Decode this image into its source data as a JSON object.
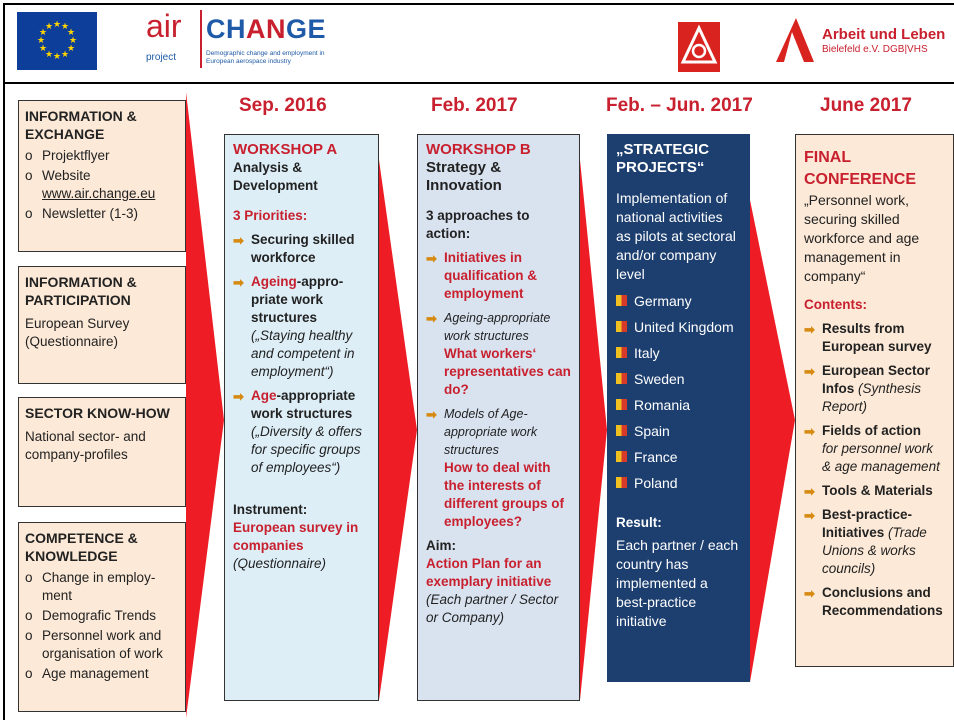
{
  "header": {
    "air": "air",
    "change_ch": "CH",
    "change_an": "AN",
    "change_ge": "GE",
    "project": "project",
    "air_subtitle": "Demographic change and employment in European aerospace industry",
    "aul_title": "Arbeit und Leben",
    "aul_subtitle": "Bielefeld e.V. DGB|VHS"
  },
  "timeline": [
    "Sep. 2016",
    "Feb. 2017",
    "Feb. – Jun. 2017",
    "June 2017"
  ],
  "left": {
    "box1": {
      "title": "INFORMATION & EXCHANGE",
      "items": [
        "Projektflyer",
        "Website",
        "www.air.change.eu",
        "Newsletter (1-3)"
      ]
    },
    "box2": {
      "title": "INFORMATION & PARTICIPATION",
      "text": "European Survey (Questionnaire)"
    },
    "box3": {
      "title": "SECTOR KNOW-HOW",
      "text": "National sector- and company-profiles"
    },
    "box4": {
      "title": "COMPETENCE & KNOWLEDGE",
      "items": [
        "Change in employ-ment",
        "Demografic Trends",
        "Personnel work and organisation of work",
        "Age management"
      ]
    }
  },
  "workshop_a": {
    "title": "WORKSHOP  A",
    "subtitle": "Analysis & Development",
    "priorities": "3 Priorities:",
    "p1": "Securing skilled workforce",
    "p2_red": "Ageing",
    "p2_rest": "-appro-priate work structures",
    "p2_italic": "(„Staying healthy and competent  in employment“)",
    "p3_red": "Age",
    "p3_rest": "-appropriate work structures",
    "p3_italic": "(„Diversity & offers for specific groups of employees“)",
    "instrument_label": "Instrument:",
    "instrument": "European survey in companies",
    "instrument_note": "(Questionnaire)"
  },
  "workshop_b": {
    "title": "WORKSHOP  B",
    "subtitle": "Strategy & Innovation",
    "approaches": "3 approaches to action:",
    "a1": "Initiatives  in qualification  & employment",
    "a2_italic": "Ageing-appropriate work structures",
    "a2_red": "What workers‘ representatives can do?",
    "a3_italic": "Models of Age-appropriate work structures",
    "a3_red": "How to deal with the interests of different groups of employees?",
    "aim_label": "Aim:",
    "aim": "Action Plan for an exemplary initiative",
    "aim_note": "(Each partner / Sector or Company)"
  },
  "strategic": {
    "title": "„STRATEGIC PROJECTS“",
    "text": "Implementation of national activities as pilots at sectoral and/or company level",
    "countries": [
      "Germany",
      "United Kingdom",
      "Italy",
      "Sweden",
      "Romania",
      "Spain",
      "France",
      "Poland"
    ],
    "result_label": "Result:",
    "result": "Each partner / each country has implemented a best-practice initiative"
  },
  "final": {
    "title": "FINAL CONFERENCE",
    "quote": "„Personnel work, securing skilled workforce and age management in company“",
    "contents_label": "Contents:",
    "c1": "Results from European survey",
    "c2_bold": "European Sector Infos",
    "c2_italic": "(Synthesis Report)",
    "c3_bold": "Fields of action",
    "c3_italic": "for personnel work & age management",
    "c4": "Tools & Materials",
    "c5_bold": "Best-practice-Initiatives",
    "c5_italic": "(Trade Unions & works councils)",
    "c6": "Conclusions and Recommendations"
  },
  "colors": {
    "red": "#c8202e",
    "navy": "#1d3f70",
    "peach": "#fce9d7",
    "lightblue": "#ddeef7"
  }
}
